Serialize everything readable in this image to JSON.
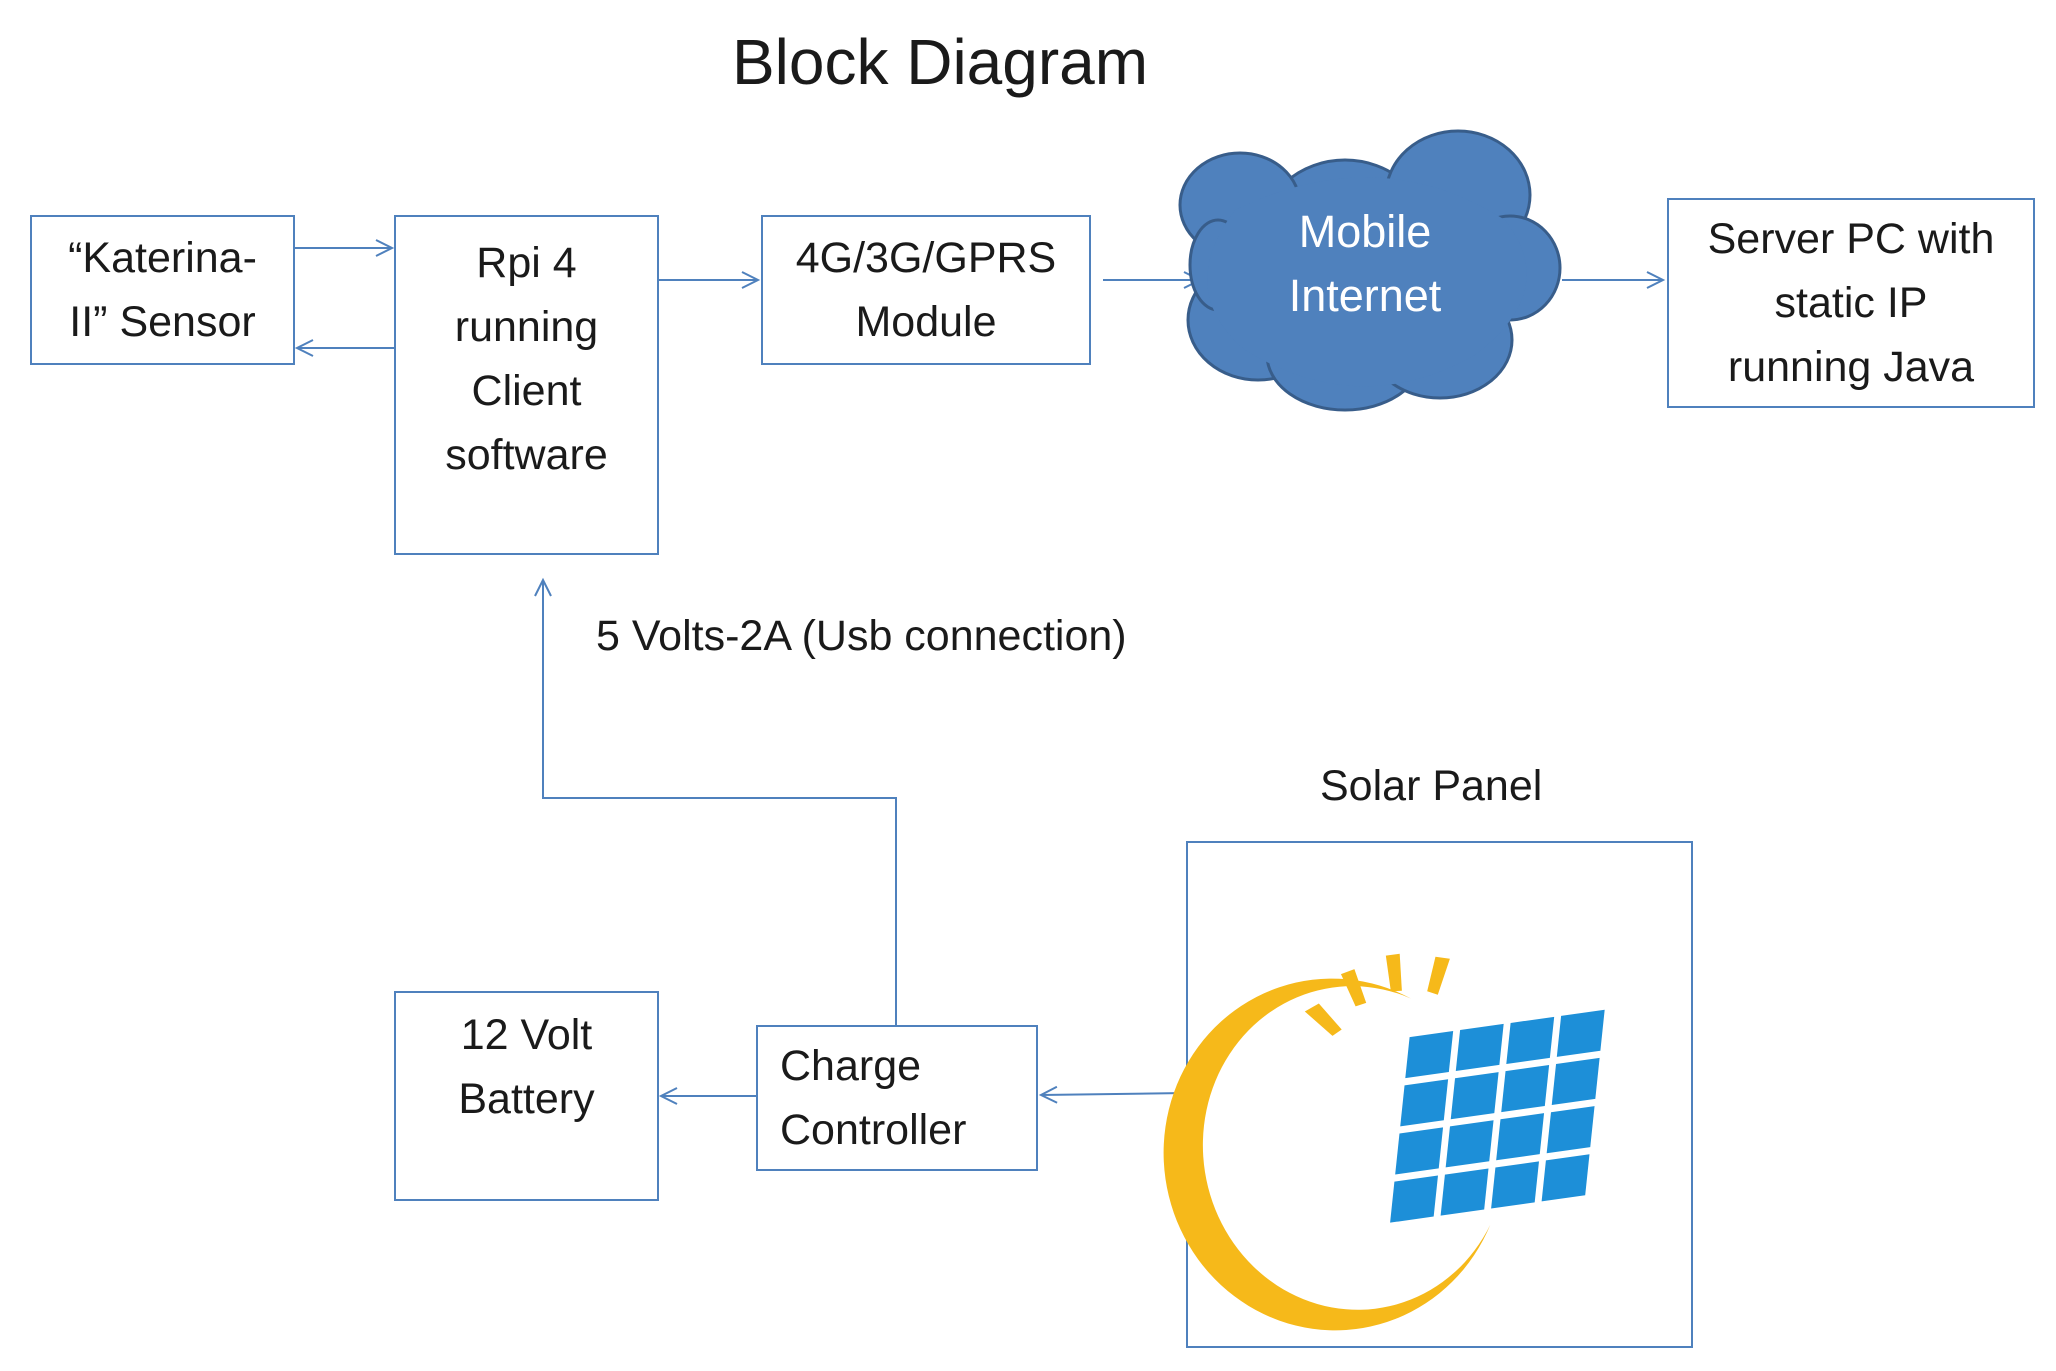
{
  "title": "Block Diagram",
  "blocks": {
    "sensor": "“Katerina-\nII” Sensor",
    "rpi": "Rpi 4\nrunning\nClient\nsoftware",
    "modem": "4G/3G/GPRS\nModule",
    "cloud": "Mobile\nInternet",
    "server": "Server PC with\nstatic IP\nrunning Java",
    "battery": "12 Volt\nBattery",
    "charge_controller": "Charge\nController",
    "solar_panel": "Solar Panel"
  },
  "labels": {
    "power_link": "5 Volts-2A (Usb connection)"
  },
  "colors": {
    "block_border": "#4f81bd",
    "arrow": "#4f81bd",
    "cloud_fill": "#4f81bd",
    "cloud_stroke": "#385d8a",
    "sun": "#f6b91a",
    "panel_cell": "#1d8fd8"
  },
  "icons": [
    "cloud-shape",
    "solar-panel-icon",
    "sun-icon"
  ]
}
